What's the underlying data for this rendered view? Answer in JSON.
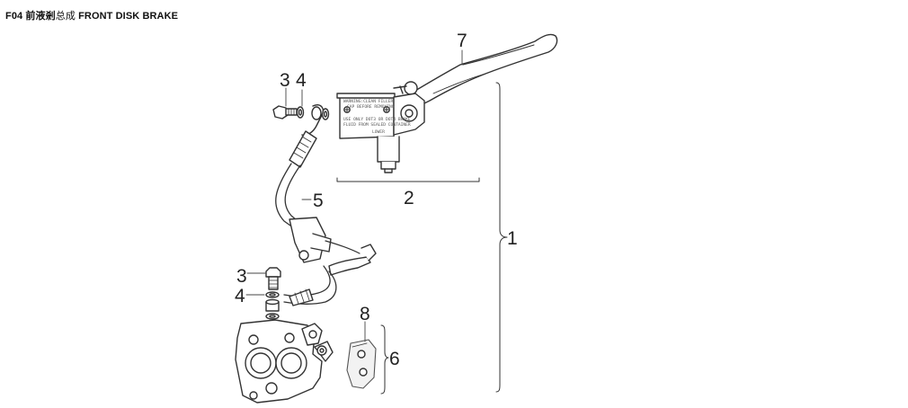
{
  "header": {
    "code": "F04",
    "cn_bold": "前液剎",
    "cn_regular": "总成",
    "en": "FRONT DISK BRAKE"
  },
  "callouts": {
    "lever": "7",
    "bolt_top": "3",
    "washer_top": "4",
    "hose": "5",
    "master_cylinder": "2",
    "assembly": "1",
    "bolt_bottom": "3",
    "washer_bottom": "4",
    "pad": "8",
    "caliper": "6"
  },
  "reservoir_label": {
    "line1": "WARNING:CLEAN FILLER",
    "line2": "CAP BEFORE REMOVING",
    "line3": "USE ONLY DOT3 OR DOT4 BRAKE",
    "line4": "FLUID FROM SEALED CONTAINER",
    "line5": "LOWER"
  }
}
